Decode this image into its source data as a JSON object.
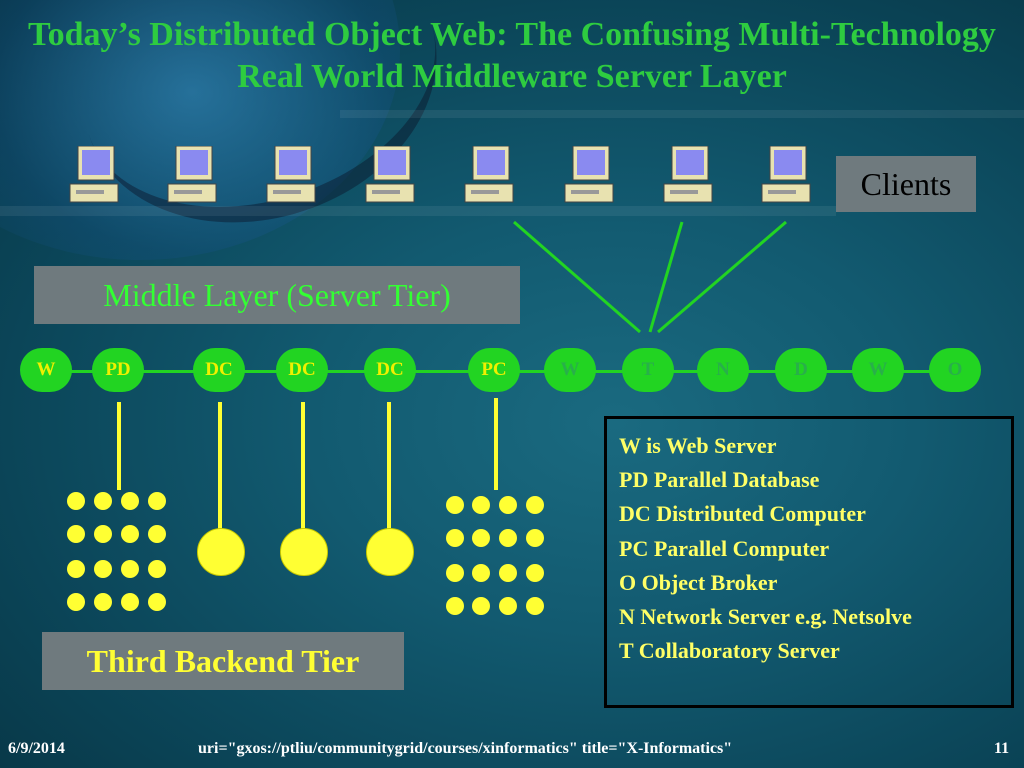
{
  "slide": {
    "title": "Today’s Distributed Object Web: The Confusing Multi-Technology Real World Middleware Server Layer",
    "clients_label": "Clients",
    "middle_label": "Middle Layer (Server Tier)",
    "backend_label": "Third Backend Tier",
    "nodes": [
      "W",
      "PD",
      "DC",
      "DC",
      "DC",
      "PC",
      "W",
      "T",
      "N",
      "D",
      "W",
      "O"
    ],
    "legend": [
      "W is Web Server",
      "PD Parallel Database",
      "DC Distributed Computer",
      "PC Parallel Computer",
      "O Object Broker",
      "N Network Server e.g. Netsolve",
      "T Collaboratory Server"
    ]
  },
  "footer": {
    "date": "6/9/2014",
    "uri": "uri=\"gxos://ptliu/communitygrid/courses/xinformatics\" title=\"X-Informatics\"",
    "page": "11"
  },
  "colors": {
    "title": "#2ecc40",
    "node": "#22d422",
    "backend": "#ffff33",
    "box": "#6f7a7e"
  },
  "icons": [
    "computer-icon"
  ]
}
